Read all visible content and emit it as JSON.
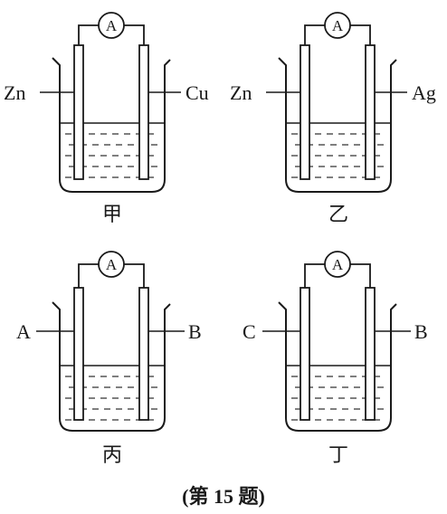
{
  "figures": [
    {
      "id": "jia",
      "left_label": "Zn",
      "right_label": "Cu",
      "meter": "A",
      "caption": "甲"
    },
    {
      "id": "yi",
      "left_label": "Zn",
      "right_label": "Ag",
      "meter": "A",
      "caption": "乙"
    },
    {
      "id": "bing",
      "left_label": "A",
      "right_label": "B",
      "meter": "A",
      "caption": "丙"
    },
    {
      "id": "ding",
      "left_label": "C",
      "right_label": "B",
      "meter": "A",
      "caption": "丁"
    }
  ],
  "question_label": "(第 15 题)",
  "colors": {
    "ink": "#1a1a1a",
    "liquid_dash": "#333333"
  }
}
